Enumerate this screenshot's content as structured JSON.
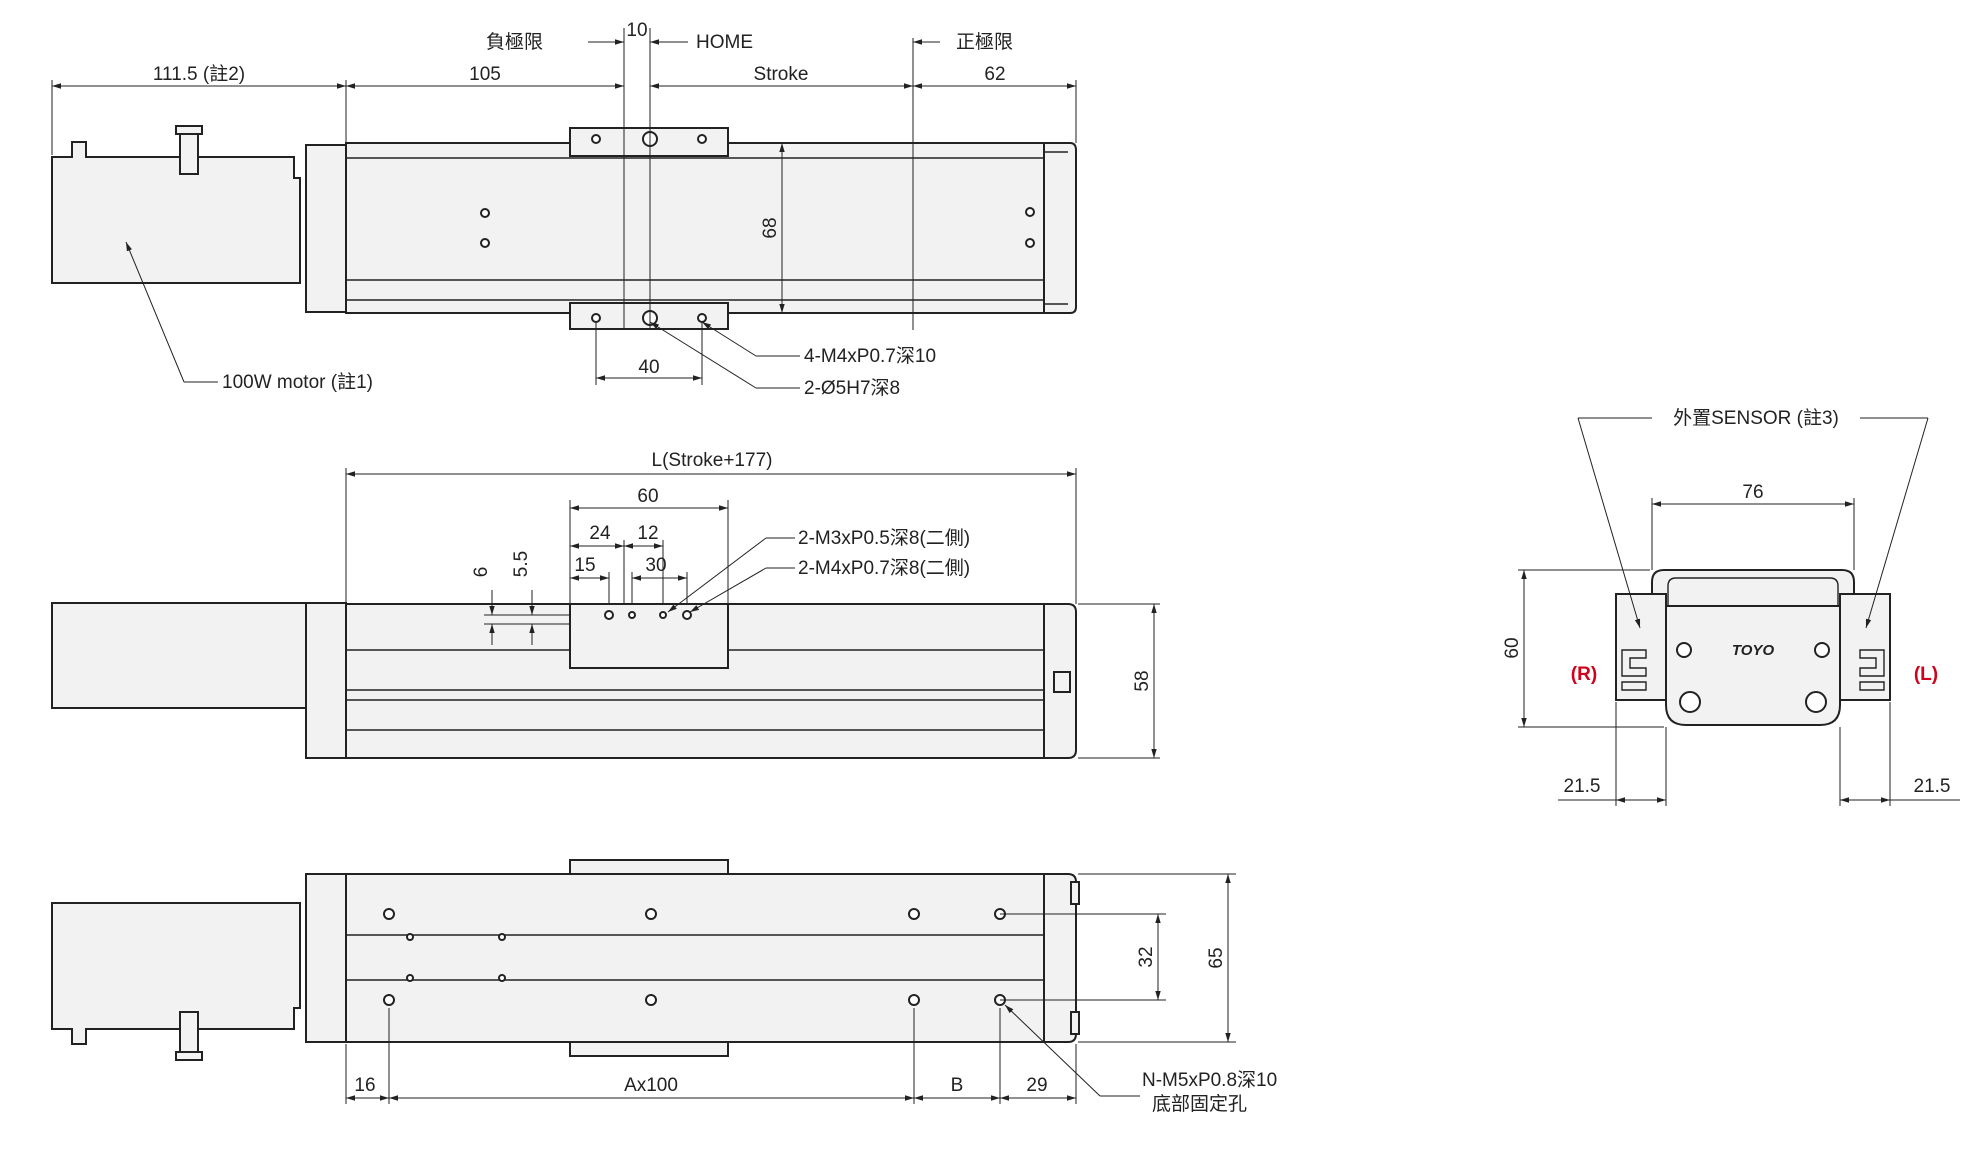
{
  "top_view": {
    "neg_limit": "負極限",
    "dim_10": "10",
    "home": "HOME",
    "pos_limit": "正極限",
    "dim_111_5": "111.5 (註2)",
    "dim_105": "105",
    "stroke": "Stroke",
    "dim_62": "62",
    "dim_68": "68",
    "motor_label": "100W motor (註1)",
    "tap_4m4": "4-M4xP0.7深10",
    "dim_40": "40",
    "dowel_2": "2-Ø5H7深8"
  },
  "side_view": {
    "length": "L(Stroke+177)",
    "dim_60": "60",
    "dim_24": "24",
    "dim_12": "12",
    "dim_15": "15",
    "dim_30": "30",
    "dim_6": "6",
    "dim_5_5": "5.5",
    "tap_m3": "2-M3xP0.5深8(二側)",
    "tap_m4": "2-M4xP0.7深8(二側)",
    "dim_58": "58"
  },
  "bottom_view": {
    "dim_32": "32",
    "dim_65": "65",
    "dim_16": "16",
    "dim_a": "Ax100",
    "dim_b": "B",
    "dim_29": "29",
    "mount_holes": "N-M5xP0.8深10",
    "mount_note": "底部固定孔"
  },
  "end_view": {
    "sensor": "外置SENSOR (註3)",
    "dim_76": "76",
    "dim_60": "60",
    "left_side": "(R)",
    "right_side": "(L)",
    "dim_21_5_left": "21.5",
    "dim_21_5_right": "21.5",
    "brand": "TOYO"
  },
  "colors": {
    "line": "#222222",
    "body_fill": "#f2f2f2",
    "accent_red": "#d0021b"
  }
}
